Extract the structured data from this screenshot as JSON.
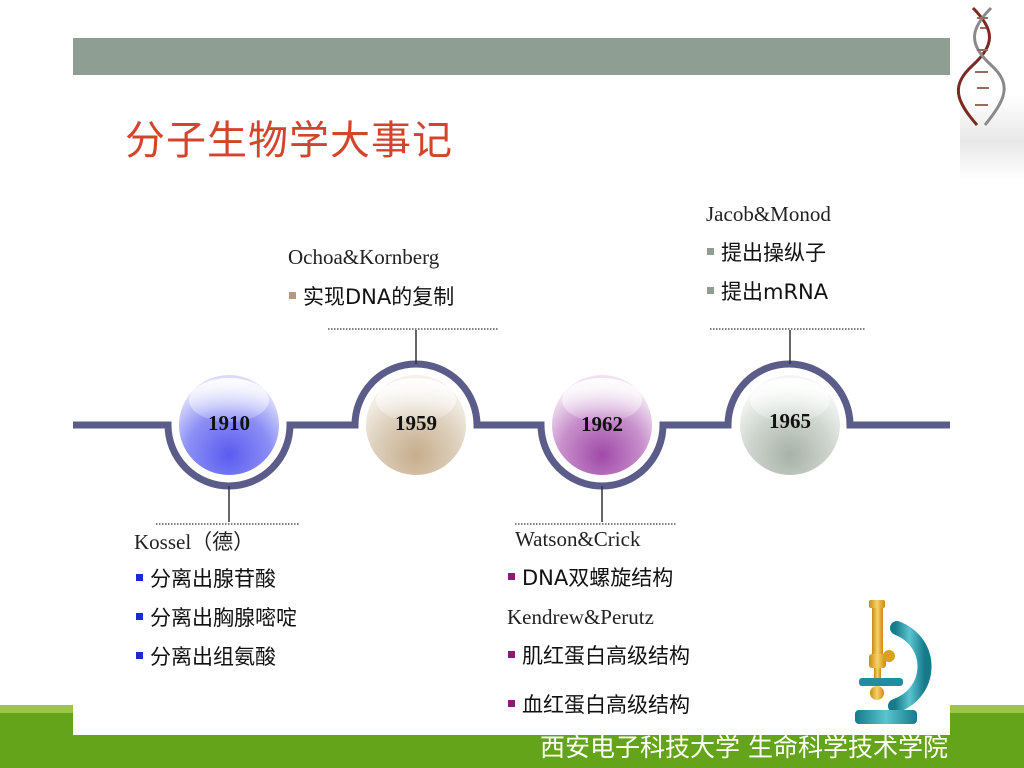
{
  "slide": {
    "title": "分子生物学大事记",
    "footer": "西安电子科技大学 生命科学技术学院"
  },
  "colors": {
    "title": "#d2452c",
    "top_bar": "#8f9e93",
    "bottom_band": "#64a41a",
    "timeline_line": "#5b5c8a",
    "bullet_blue": "#1a2ad8",
    "bullet_tan": "#b49a7c",
    "bullet_purple": "#8a1a7a",
    "bullet_gray": "#8f9e93"
  },
  "timeline": [
    {
      "year": "1910",
      "icon": "blue-sphere",
      "name": "Kossel（德）",
      "items": [
        "分离出腺苷酸",
        "分离出胸腺嘧啶",
        "分离出组氨酸"
      ]
    },
    {
      "year": "1959",
      "icon": "tan-sphere",
      "name": "Ochoa&Kornberg",
      "items": [
        "实现DNA的复制"
      ]
    },
    {
      "year": "1962",
      "icon": "purple-sphere",
      "name": "Watson&Crick",
      "items": [
        "DNA双螺旋结构"
      ],
      "name2": "Kendrew&Perutz",
      "items2": [
        "肌红蛋白高级结构",
        "血红蛋白高级结构"
      ]
    },
    {
      "year": "1965",
      "icon": "gray-sphere",
      "name": "Jacob&Monod",
      "items": [
        "提出操纵子",
        "提出mRNA"
      ]
    }
  ],
  "decorations": [
    "dna-helix-icon",
    "microscope-icon"
  ]
}
